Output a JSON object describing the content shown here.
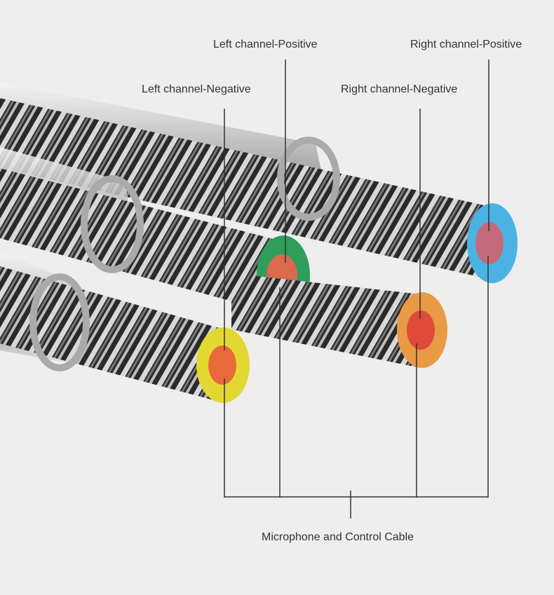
{
  "labels": {
    "left_positive": "Left channel-Positive",
    "right_positive": "Right channel-Positive",
    "left_negative": "Left channel-Negative",
    "right_negative": "Right channel-Negative",
    "mic_control": "Microphone and Control Cable"
  },
  "colors": {
    "background": "#eeeeee",
    "blue_core": "#4bb3e3",
    "green_core": "#2e9e5a",
    "orange_core": "#e89a45",
    "yellow_core": "#e3d832",
    "copper": "#d96a4e",
    "line": "#333333"
  }
}
